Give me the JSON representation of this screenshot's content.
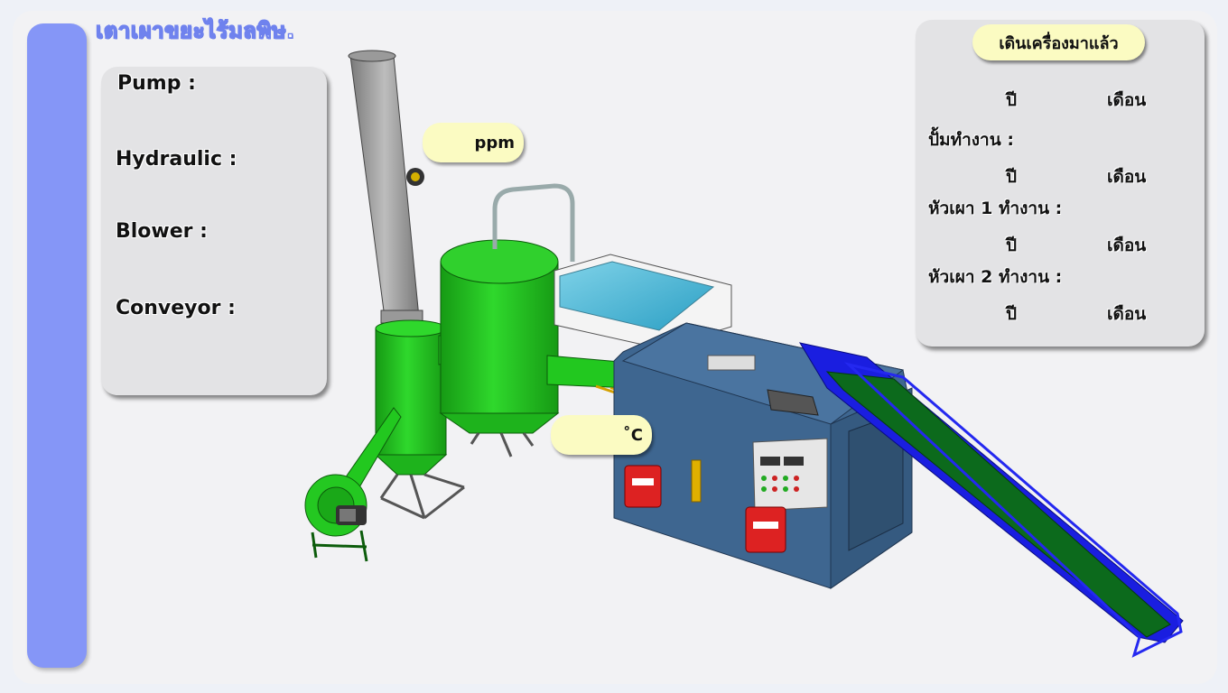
{
  "app": {
    "title": "เตาเผาขยะไร้มลพิษ."
  },
  "status_panel": {
    "pump_label": "Pump :",
    "hydraulic_label": "Hydraulic :",
    "blower_label": "Blower :",
    "conveyor_label": "Conveyor :"
  },
  "readouts": {
    "emission_unit": "ppm",
    "temperature_unit": "˚C"
  },
  "run_hours": {
    "title": "เดินเครื่องมาแล้ว",
    "year_unit": "ปี",
    "month_unit": "เดือน",
    "pump_label": "ปั้มทำงาน :",
    "burner1_label": "หัวเผา 1 ทำงาน :",
    "burner2_label": "หัวเผา 2 ทำงาน :"
  },
  "colors": {
    "accent_strip": "#8596f7",
    "panel_bg": "#e3e3e5",
    "readout_bg": "#fbfbc2",
    "equipment_green": "#21c41f",
    "furnace_blue": "#3e6690",
    "conveyor_blue": "#1a1ee0"
  },
  "icons": {
    "gas_sensor": "sensor-icon",
    "burner": "burner-icon",
    "blower_motor": "motor-icon"
  }
}
